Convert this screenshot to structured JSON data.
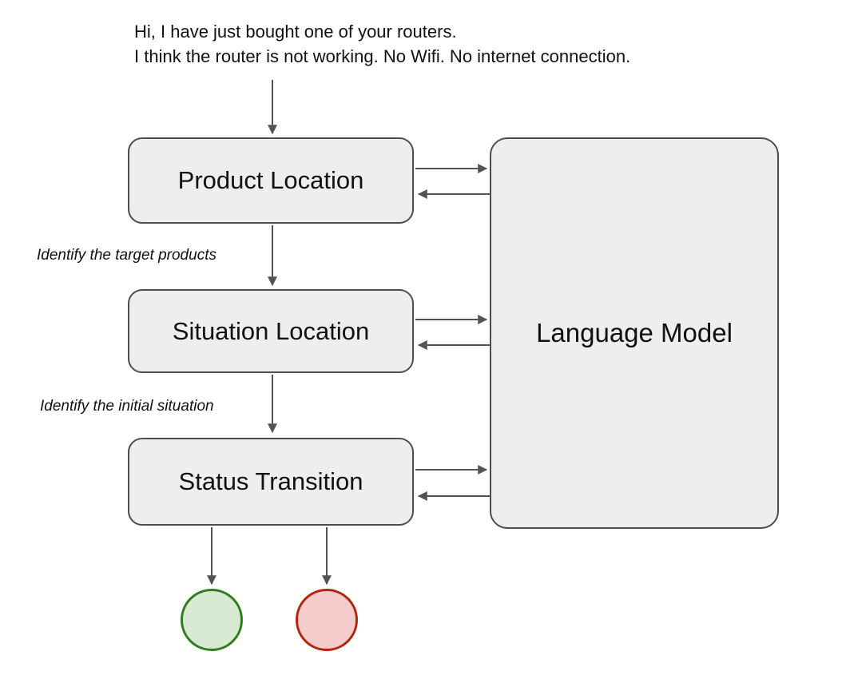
{
  "header": {
    "lines": [
      "Hi, I have just bought one of your routers.",
      "I think the router is not working. No Wifi. No internet connection."
    ]
  },
  "nodes": {
    "product_location": {
      "label": "Product Location"
    },
    "situation_location": {
      "label": "Situation Location"
    },
    "status_transition": {
      "label": "Status Transition"
    },
    "language_model": {
      "label": "Language Model"
    }
  },
  "edge_labels": {
    "target_products": "Identify the target products",
    "initial_situation": "Identify the initial situation"
  },
  "colors": {
    "text": "#111111",
    "box_fill": "#eeeeee",
    "box_border": "#4d4d4d",
    "arrow": "#545454",
    "green_fill": "#d9ead3",
    "green_stroke": "#2f7d1e",
    "red_fill": "#f4cccc",
    "red_stroke": "#b3260e"
  }
}
